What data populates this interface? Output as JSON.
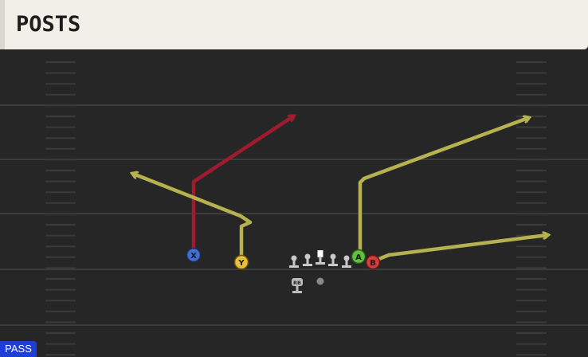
{
  "header": {
    "title": "POSTS"
  },
  "badge": {
    "label": "PASS"
  },
  "colors": {
    "field": "#262626",
    "yard_line": "#3c3c3c",
    "hash": "#3a3a3a",
    "route_primary": "#b5b24f",
    "route_hot": "#a01b30",
    "badge": "#1e3fd6"
  },
  "receivers": [
    {
      "button": "X",
      "color": "#3f6fd1",
      "route_color": "#a01b30"
    },
    {
      "button": "Y",
      "color": "#e8c13a",
      "route_color": "#b5b24f"
    },
    {
      "button": "A",
      "color": "#5fc23a",
      "route_color": "#b5b24f"
    },
    {
      "button": "B",
      "color": "#d63b3b",
      "route_color": "#b5b24f"
    }
  ],
  "backfield": {
    "rb_label": "RB"
  },
  "icons": [
    "receiver-token-icon",
    "lineman-icon",
    "center-icon",
    "running-back-icon",
    "quarterback-icon",
    "route-arrow-icon"
  ]
}
